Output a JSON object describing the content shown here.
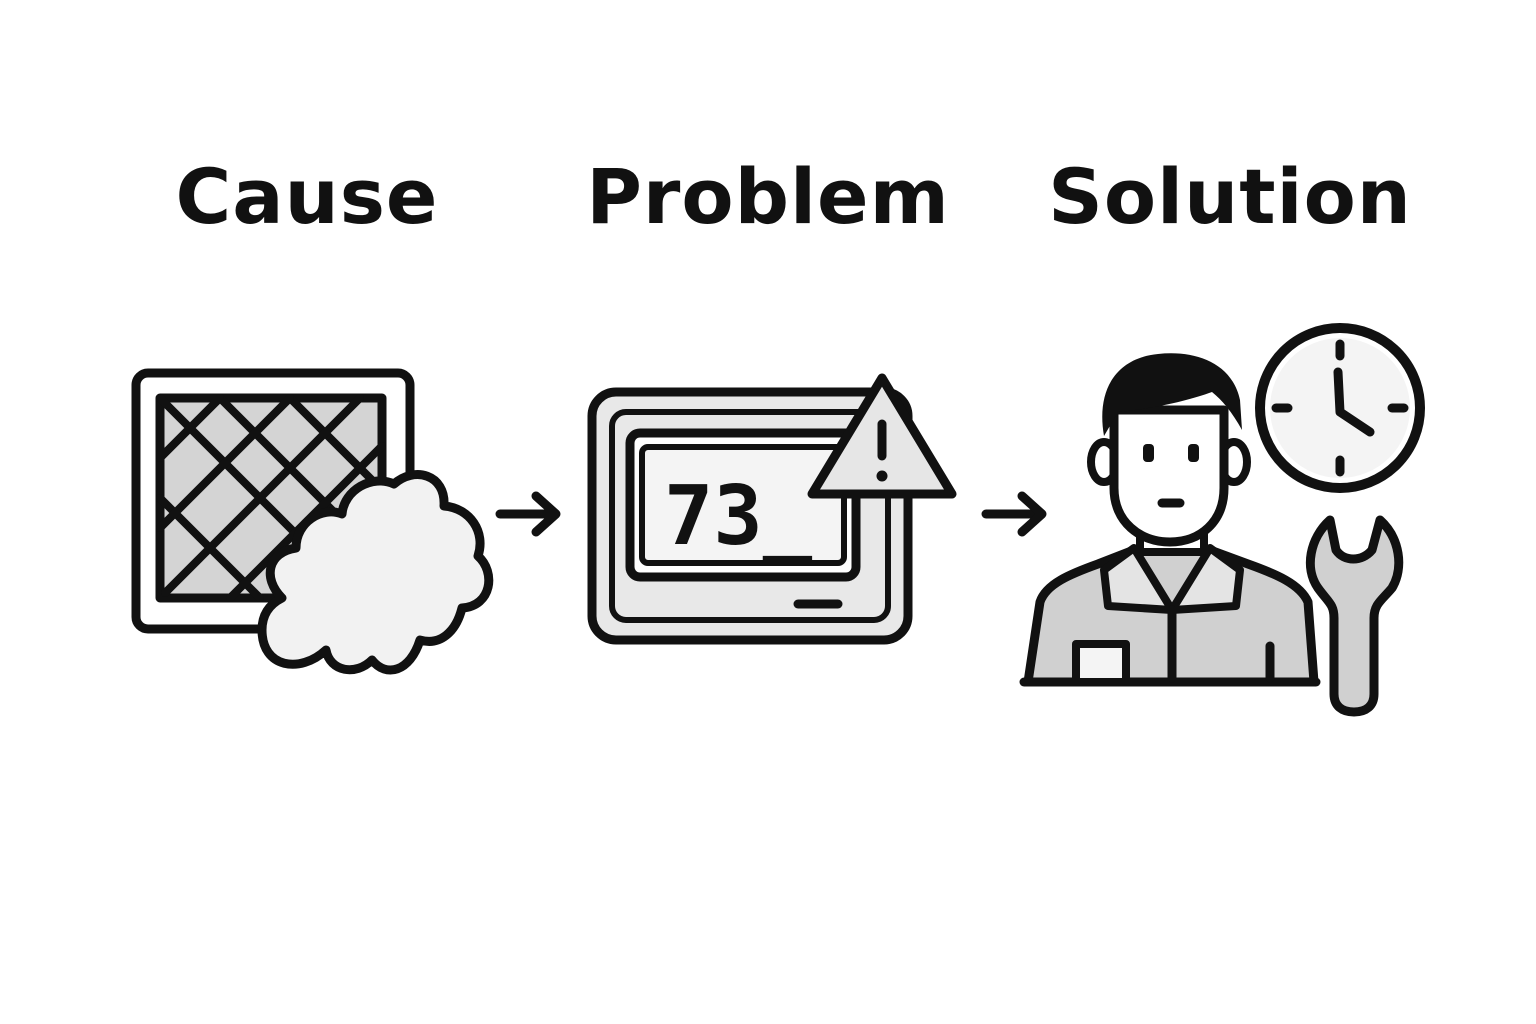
{
  "steps": [
    {
      "label": "Cause",
      "icon": "clogged-air-filter-icon"
    },
    {
      "label": "Problem",
      "icon": "thermostat-warning-icon"
    },
    {
      "label": "Solution",
      "icon": "technician-repair-icon"
    }
  ],
  "thermostat": {
    "display": "73_"
  },
  "connectors": [
    "arrow-right-icon",
    "arrow-right-icon"
  ],
  "colors": {
    "stroke": "#111111",
    "fill_light": "#e6e6e6",
    "fill_mid": "#cccccc",
    "background": "#ffffff"
  }
}
